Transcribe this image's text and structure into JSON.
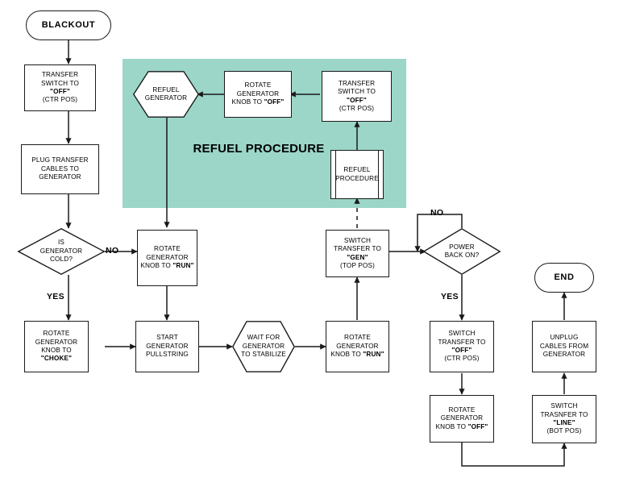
{
  "diagram": {
    "title": "Generator Blackout Procedure Flowchart",
    "accent_color": "#9BD6C8",
    "line_color": "#1a1a1a",
    "node_fill": "#ffffff"
  },
  "region": {
    "name": "refuel-procedure-region",
    "title": "REFUEL\nPROCEDURE",
    "color": "#9BD6C8"
  },
  "nodes": [
    {
      "id": "blackout",
      "shape": "terminal",
      "text": "BLACKOUT"
    },
    {
      "id": "transfer_off_1",
      "shape": "process",
      "text": "TRANSFER\nSWITCH TO\n\"OFF\"\n(CTR POS)"
    },
    {
      "id": "plug_cables",
      "shape": "process",
      "text": "PLUG TRANSFER\nCABLES TO\nGENERATOR"
    },
    {
      "id": "is_cold",
      "shape": "decision",
      "text": "IS\nGENERATOR\nCOLD?"
    },
    {
      "id": "knob_run_1",
      "shape": "process",
      "text": "ROTATE\nGENERATOR\nKNOB TO \"RUN\""
    },
    {
      "id": "knob_choke",
      "shape": "process",
      "text": "ROTATE\nGENERATOR\nKNOB TO\n\"CHOKE\""
    },
    {
      "id": "start_pullstring",
      "shape": "process",
      "text": "START\nGENERATOR\nPULLSTRING"
    },
    {
      "id": "wait_stabilize",
      "shape": "hexagon",
      "text": "WAIT FOR\nGENERATOR\nTO STABILIZE"
    },
    {
      "id": "knob_run_2",
      "shape": "process",
      "text": "ROTATE\nGENERATOR\nKNOB TO \"RUN\""
    },
    {
      "id": "switch_gen",
      "shape": "process",
      "text": "SWITCH\nTRANSFER TO\n\"GEN\"\n(TOP POS)"
    },
    {
      "id": "power_back_on",
      "shape": "decision",
      "text": "POWER\nBACK ON?"
    },
    {
      "id": "switch_off_2",
      "shape": "process",
      "text": "SWITCH\nTRANSFER TO\n\"OFF\"\n(CTR POS)"
    },
    {
      "id": "knob_off_2",
      "shape": "process",
      "text": "ROTATE\nGENERATOR\nKNOB TO \"OFF\""
    },
    {
      "id": "switch_line",
      "shape": "process",
      "text": "SWITCH\nTRASNFER TO\n\"LINE\"\n(BOT POS)"
    },
    {
      "id": "unplug_cables",
      "shape": "process",
      "text": "UNPLUG\nCABLES FROM\nGENERATOR"
    },
    {
      "id": "end",
      "shape": "terminal",
      "text": "END"
    },
    {
      "id": "refuel_generator",
      "shape": "hexagon",
      "text": "REFUEL\nGENERATOR"
    },
    {
      "id": "knob_off_refuel",
      "shape": "process",
      "text": "ROTATE\nGENERATOR\nKNOB TO \"OFF\""
    },
    {
      "id": "transfer_off_refuel",
      "shape": "process",
      "text": "TRANSFER\nSWITCH TO\n\"OFF\"\n(CTR POS)"
    },
    {
      "id": "refuel_procedure",
      "shape": "predefined",
      "text": "REFUEL\nPROCEDURE"
    }
  ],
  "edge_labels": [
    {
      "id": "no_cold",
      "text": "NO"
    },
    {
      "id": "yes_cold",
      "text": "YES"
    },
    {
      "id": "no_power",
      "text": "NO"
    },
    {
      "id": "yes_power",
      "text": "YES"
    }
  ]
}
